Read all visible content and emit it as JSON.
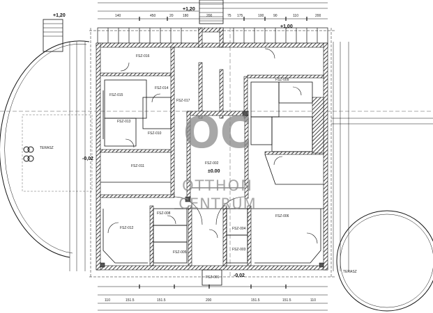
{
  "watermark": {
    "logo": "OC",
    "line1": "OTTHON",
    "line2": "CENTRUM"
  },
  "levels": {
    "left_terrace": "+1,20",
    "top_stair": "+1,20",
    "top_right": "+1,00",
    "left_entry": "-0,02",
    "bottom_entry": "-0,02",
    "center": "±0.00"
  },
  "labels": {
    "terrace_left": "TERASZ",
    "terrace_right": "TERASZ"
  },
  "rooms": [
    {
      "id": "FSZ-016"
    },
    {
      "id": "FSZ-015"
    },
    {
      "id": "FSZ-014"
    },
    {
      "id": "FSZ-017"
    },
    {
      "id": "FSZ-013"
    },
    {
      "id": "FSZ-010"
    },
    {
      "id": "FSZ-011"
    },
    {
      "id": "FSZ-002"
    },
    {
      "id": "FSZ-009"
    },
    {
      "id": "FSZ-012"
    },
    {
      "id": "FSZ-008"
    },
    {
      "id": "FSZ-005"
    },
    {
      "id": "FSZ-004"
    },
    {
      "id": "FSZ-003"
    },
    {
      "id": "FSZ-006"
    },
    {
      "id": "FSZ-001"
    }
  ],
  "dimensions": {
    "top": [
      "140",
      "450",
      "20",
      "180",
      "200",
      "75",
      "175",
      "100",
      "90",
      "110",
      "200"
    ],
    "bottom": [
      "110",
      "151.5",
      "151.5",
      "200",
      "151.5",
      "151.5",
      "110"
    ]
  }
}
